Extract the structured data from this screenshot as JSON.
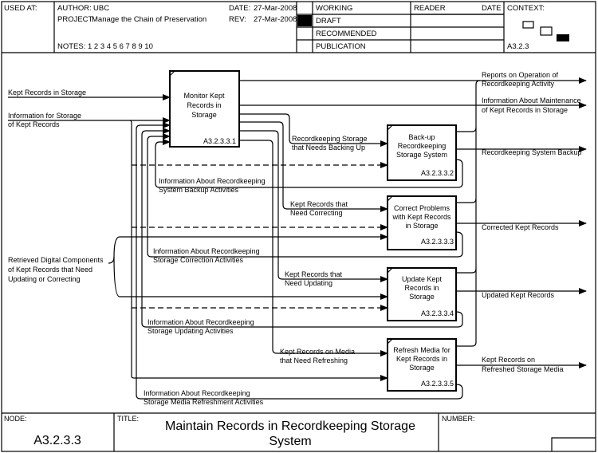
{
  "header": {
    "used_at": "USED AT:",
    "author_label": "AUTHOR:",
    "author": "UBC",
    "project_label": "PROJECT:",
    "project": "Manage the Chain of Preservation",
    "date_label": "DATE:",
    "date": "27-Mar-2008",
    "rev_label": "REV:",
    "rev": "27-Mar-2008",
    "notes": "NOTES:  1  2  3  4  5  6  7  8  9  10",
    "status": [
      "WORKING",
      "DRAFT",
      "RECOMMENDED",
      "PUBLICATION"
    ],
    "selected_status": "DRAFT",
    "reader": "READER",
    "reader_date": "DATE",
    "context": "CONTEXT:",
    "context_node": "A3.2.3"
  },
  "boxes": [
    {
      "title": [
        "Monitor Kept",
        "Records in",
        "Storage"
      ],
      "node": "A3.2.3.3.1"
    },
    {
      "title": [
        "Back-up",
        "Recordkeeping",
        "Storage System"
      ],
      "node": "A3.2.3.3.2"
    },
    {
      "title": [
        "Correct Problems",
        "with Kept Records",
        "in Storage"
      ],
      "node": "A3.2.3.3.3"
    },
    {
      "title": [
        "Update Kept",
        "Records in",
        "Storage"
      ],
      "node": "A3.2.3.3.4"
    },
    {
      "title": [
        "Refresh Media for",
        "Kept Records in",
        "Storage"
      ],
      "node": "A3.2.3.3.5"
    }
  ],
  "arrows": {
    "kept_records_in_storage": [
      "Kept Records in Storage"
    ],
    "info_for_storage": [
      "Information for Storage",
      "of Kept Records"
    ],
    "retrieved": [
      "Retrieved Digital Components",
      "of Kept Records that Need",
      "Updating or Correcting"
    ],
    "needs_backing": [
      "Recordkeeping Storage",
      "that Needs Backing Up"
    ],
    "need_correcting": [
      "Kept Records that",
      "Need Correcting"
    ],
    "need_updating": [
      "Kept Records that",
      "Need Updating"
    ],
    "need_refreshing": [
      "Kept Records on Media",
      "that Need Refreshing"
    ],
    "backup_info": [
      "Information About Recordkeeping",
      "System Backup Activities"
    ],
    "correction_info": [
      "Information About Recordkeeping",
      "Storage Correction Activities"
    ],
    "updating_info": [
      "Information About Recordkeeping",
      "Storage Updating Activities"
    ],
    "refresh_info": [
      "Information About Recordkeeping",
      "Storage Media Refreshment Activities"
    ],
    "reports": [
      "Reports on Operation of",
      "Recordkeeping Activity"
    ],
    "maintenance": [
      "Information About Maintenance",
      "of Kept Records in Storage"
    ],
    "system_backup": [
      "Recordkeeping System Backup"
    ],
    "corrected": [
      "Corrected Kept Records"
    ],
    "updated": [
      "Updated Kept Records"
    ],
    "refreshed": [
      "Kept Records on",
      "Refreshed Storage Media"
    ]
  },
  "footer": {
    "node_label": "NODE:",
    "node": "A3.2.3.3",
    "title_label": "TITLE:",
    "title": [
      "Maintain Records in Recordkeeping Storage",
      "System"
    ],
    "number_label": "NUMBER:"
  }
}
